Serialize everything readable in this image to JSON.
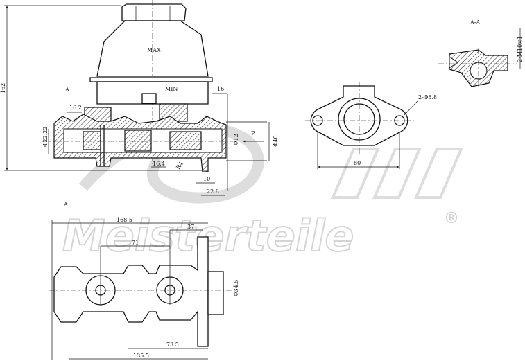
{
  "watermark": {
    "brand": "Meisterteile",
    "registered": "®"
  },
  "section_view": {
    "title": "A-A",
    "thread_label": "2-M10×1"
  },
  "side_view": {
    "reservoir_max": "MAX",
    "reservoir_min": "MIN",
    "section_marker": "A",
    "dim_height": "162",
    "dim_bore": "Φ22.22",
    "dim_16_2": "16.2",
    "dim_16_4": "16.4",
    "dim_16": "16",
    "dim_10": "10",
    "dim_22_8": "22.8",
    "dim_phi12": "Φ12",
    "dim_phi40": "Φ40",
    "pressure_label": "P",
    "dim_r": "R4"
  },
  "flange_view": {
    "dim_holes": "2-Φ8.8",
    "dim_width": "80"
  },
  "top_view": {
    "section_marker": "A",
    "dim_168_5": "168.5",
    "dim_71": "71",
    "dim_37": "37",
    "dim_phi34_5": "Φ34.5",
    "dim_73_5": "73.5",
    "dim_135_5": "135.5"
  }
}
